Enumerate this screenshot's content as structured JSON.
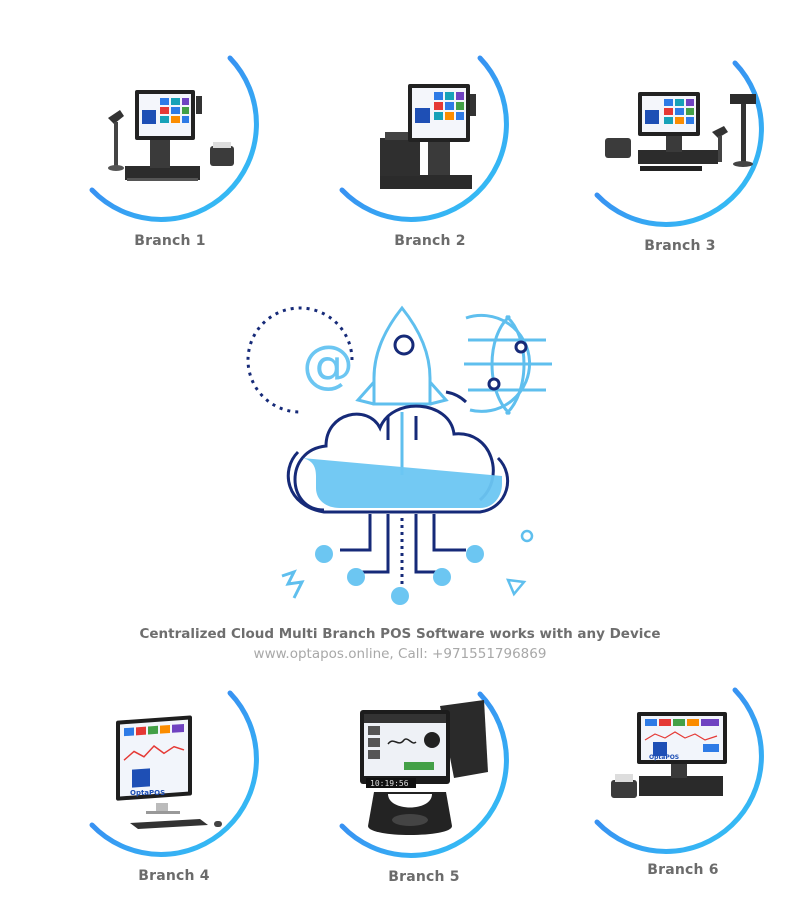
{
  "branches": [
    {
      "label": "Branch 1"
    },
    {
      "label": "Branch 2"
    },
    {
      "label": "Branch 3"
    },
    {
      "label": "Branch 4"
    },
    {
      "label": "Branch 5"
    },
    {
      "label": "Branch 6"
    }
  ],
  "caption": {
    "headline": "Centralized Cloud Multi Branch POS Software works with any Device",
    "contact": "www.optapos.online, Call: +971551796869"
  },
  "devices": {
    "screen_brand": "OptaPOS",
    "clock_readout": "10:19:56"
  },
  "colors": {
    "ring_start": "#3a6cf0",
    "ring_end": "#34c8f5",
    "cloud_fill": "#6cc6f2",
    "line_dark": "#162a78",
    "line_light": "#5fbfee",
    "label_text": "#6b6b6b"
  }
}
